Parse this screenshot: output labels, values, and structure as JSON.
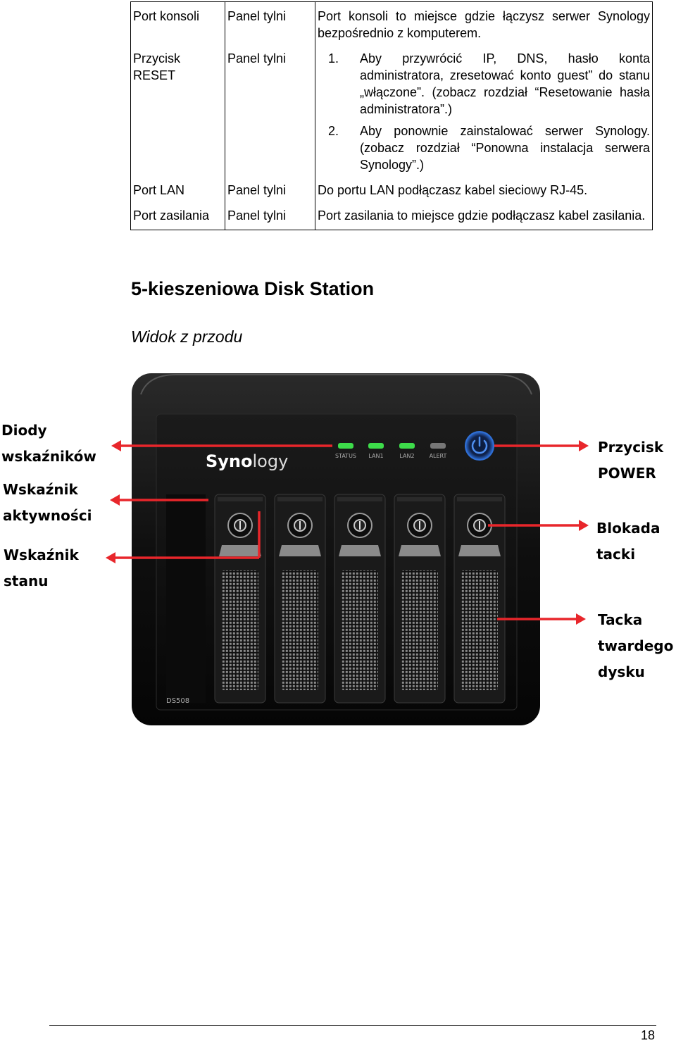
{
  "table": {
    "rows": [
      {
        "component": "Port konsoli",
        "location": "Panel tylni",
        "description": "Port konsoli to miejsce gdzie łączysz serwer Synology bezpośrednio z komputerem."
      },
      {
        "component": "Przycisk RESET",
        "location": "Panel tylni",
        "items": [
          {
            "num": "1.",
            "text": "Aby przywrócić IP, DNS, hasło konta administratora, zresetować konto guest” do stanu „włączone”. (zobacz rozdział “Resetowanie hasła administratora”.)"
          },
          {
            "num": "2.",
            "text": "Aby ponownie zainstalować serwer Synology. (zobacz rozdział “Ponowna instalacja serwera Synology”.)"
          }
        ]
      },
      {
        "component": "Port LAN",
        "location": "Panel tylni",
        "description": "Do portu LAN podłączasz kabel sieciowy RJ-45."
      },
      {
        "component": "Port zasilania",
        "location": "Panel tylni",
        "description": "Port zasilania to miejsce gdzie podłączasz kabel zasilania."
      }
    ]
  },
  "section_title": "5-kieszeniowa Disk Station",
  "view_title": "Widok z przodu",
  "device": {
    "brand_bold": "Syno",
    "brand_light": "logy",
    "model": "DS508",
    "led_labels": [
      "STATUS",
      "LAN1",
      "LAN2",
      "ALERT"
    ],
    "led_on_color": "#3ddc4a",
    "power_button_color": "#2f6fd6"
  },
  "callouts": {
    "led_indicators": [
      "Diody",
      "wskaźników"
    ],
    "activity_indicator": [
      "Wskaźnik",
      "aktywności"
    ],
    "status_indicator": [
      "Wskaźnik",
      "stanu"
    ],
    "power_button": [
      "Przycisk",
      "POWER"
    ],
    "tray_lock": [
      "Blokada",
      "tacki"
    ],
    "disk_tray": [
      "Tacka",
      "twardego",
      "dysku"
    ],
    "arrow_color": "#e8262b"
  },
  "page_number": "18"
}
